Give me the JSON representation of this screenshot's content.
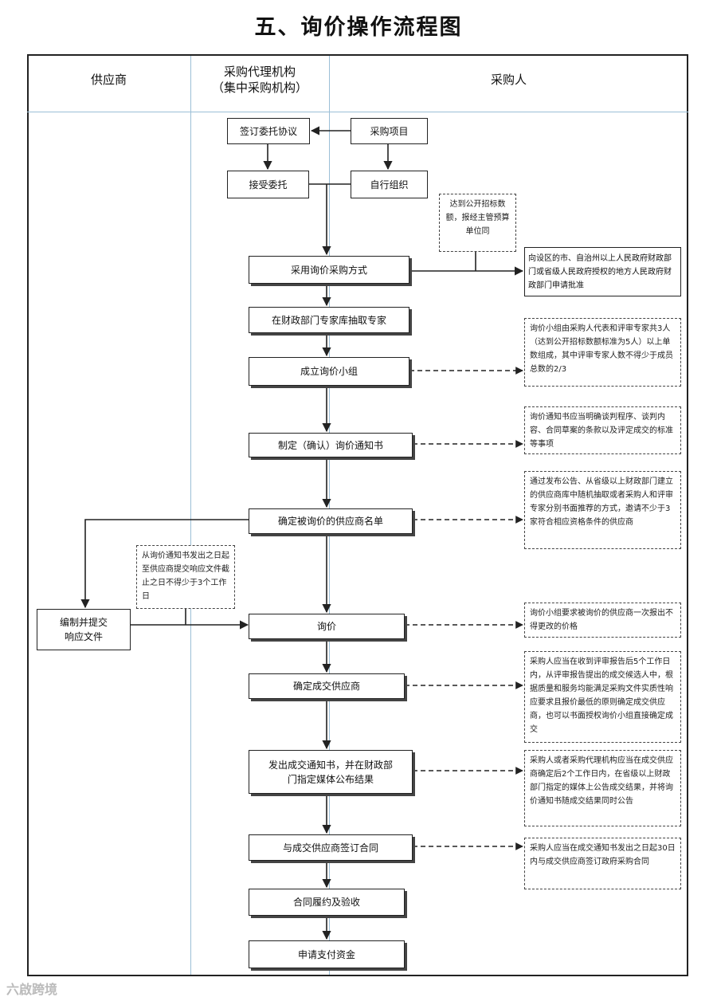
{
  "title": "五、询价操作流程图",
  "lanes": {
    "supplier": "供应商",
    "agency_line1": "采购代理机构",
    "agency_line2": "（集中采购机构）",
    "purchaser": "采购人"
  },
  "steps": {
    "sign_agreement": "签订委托协议",
    "project": "采购项目",
    "accept_commission": "接受委托",
    "self_organize": "自行组织",
    "use_inquiry": "采用询价采购方式",
    "draw_experts": "在财政部门专家库抽取专家",
    "form_group": "成立询价小组",
    "notice_line1": "制定（确认）询价通知书",
    "supplier_list": "确定被询价的供应商名单",
    "prepare_response_line1": "编制并提交",
    "prepare_response_line2": "响应文件",
    "inquiry": "询价",
    "determine_supplier": "确定成交供应商",
    "issue_notice_line1": "发出成交通知书，并在财政部",
    "issue_notice_line2": "门指定媒体公布结果",
    "sign_contract": "与成交供应商签订合同",
    "perform_contract": "合同履约及验收",
    "apply_payment": "申请支付资金"
  },
  "notes": {
    "threshold": "达到公开招标数额，报经主管预算单位同",
    "approval": "向设区的市、自治州以上人民政府财政部门或省级人民政府授权的地方人民政府财政部门申请批准",
    "group_composition": "询价小组由采购人代表和评审专家共3人（达到公开招标数额标准为5人）以上单数组成，其中评审专家人数不得少于成员总数的2/3",
    "notice_content": "询价通知书应当明确谈判程序、谈判内容、合同草案的条款以及评定成交的标准等事项",
    "supplier_selection": "通过发布公告、从省级以上财政部门建立的供应商库中随机抽取或者采购人和评审专家分别书面推荐的方式，邀请不少于3家符合相应资格条件的供应商",
    "response_period": "从询价通知书发出之日起至供应商提交响应文件截止之日不得少于3个工作日",
    "one_quote": "询价小组要求被询价的供应商一次报出不得更改的价格",
    "determine_rule": "采购人应当在收到评审报告后5个工作日内，从评审报告提出的成交候选人中，根据质量和服务均能满足采购文件实质性响应要求且报价最低的原则确定成交供应商，也可以书面授权询价小组直接确定成交",
    "announce_rule": "采购人或者采购代理机构应当在成交供应商确定后2个工作日内，在省级以上财政部门指定的媒体上公告成交结果，并将询价通知书随成交结果同时公告",
    "contract_rule": "采购人应当在成交通知书发出之日起30日内与成交供应商签订政府采购合同"
  },
  "watermark": "六啟跨境"
}
